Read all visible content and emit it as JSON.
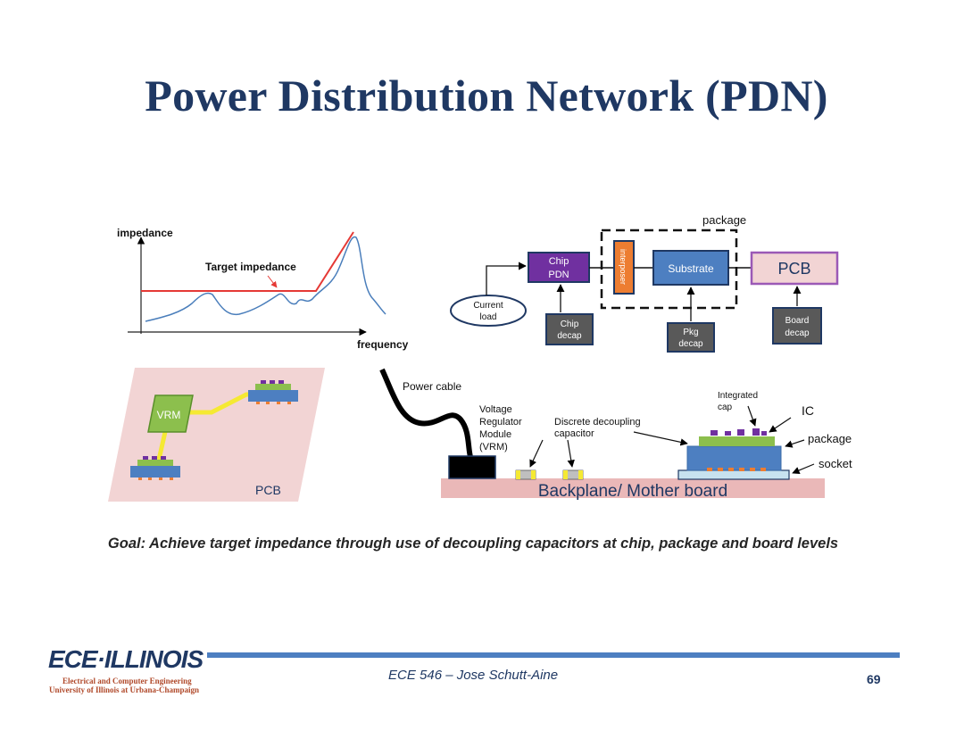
{
  "slide": {
    "title": "Power Distribution Network (PDN)",
    "goal": "Goal: Achieve target impedance through use of decoupling capacitors at chip, package and board levels",
    "footer": "ECE 546 – Jose Schutt-Aine",
    "page_number": "69"
  },
  "logo": {
    "name": "ECE·ILLINOIS",
    "line1": "Electrical and Computer Engineering",
    "line2": "University of Illinois at Urbana-Champaign"
  },
  "impedance_plot": {
    "y_label": "impedance",
    "x_label": "frequency",
    "target_label": "Target impedance"
  },
  "block_diagram": {
    "package_label": "package",
    "current_load": "Current load",
    "chip_pdn_line1": "Chip",
    "chip_pdn_line2": "PDN",
    "interposer": "interposer",
    "substrate": "Substrate",
    "pcb": "PCB",
    "chip_decap_line1": "Chip",
    "chip_decap_line2": "decap",
    "pkg_decap_line1": "Pkg",
    "pkg_decap_line2": "decap",
    "board_decap_line1": "Board",
    "board_decap_line2": "decap"
  },
  "pcb_sketch": {
    "vrm": "VRM",
    "pcb": "PCB"
  },
  "cross_section": {
    "power_cable": "Power cable",
    "vrm_line1": "Voltage",
    "vrm_line2": "Regulator",
    "vrm_line3": "Module",
    "vrm_line4": "(VRM)",
    "discrete_line1": "Discrete decoupling",
    "discrete_line2": "capacitor",
    "integrated_line1": "Integrated",
    "integrated_line2": "cap",
    "ic": "IC",
    "package": "package",
    "socket": "socket",
    "board": "Backplane/ Mother board"
  },
  "colors": {
    "title": "#1f3863",
    "chip_pdn": "#7030a0",
    "substrate": "#4d7fc1",
    "interposer": "#ed7d31",
    "pcb_fill": "#f2d4d4",
    "pcb_border": "#9b59b6",
    "decap": "#595959",
    "target_line": "#e53935",
    "impedance_curve": "#4a7ebb",
    "vrm_green": "#8cbf4d",
    "trace_yellow": "#f5e933",
    "board_pink": "#eab8b8"
  }
}
